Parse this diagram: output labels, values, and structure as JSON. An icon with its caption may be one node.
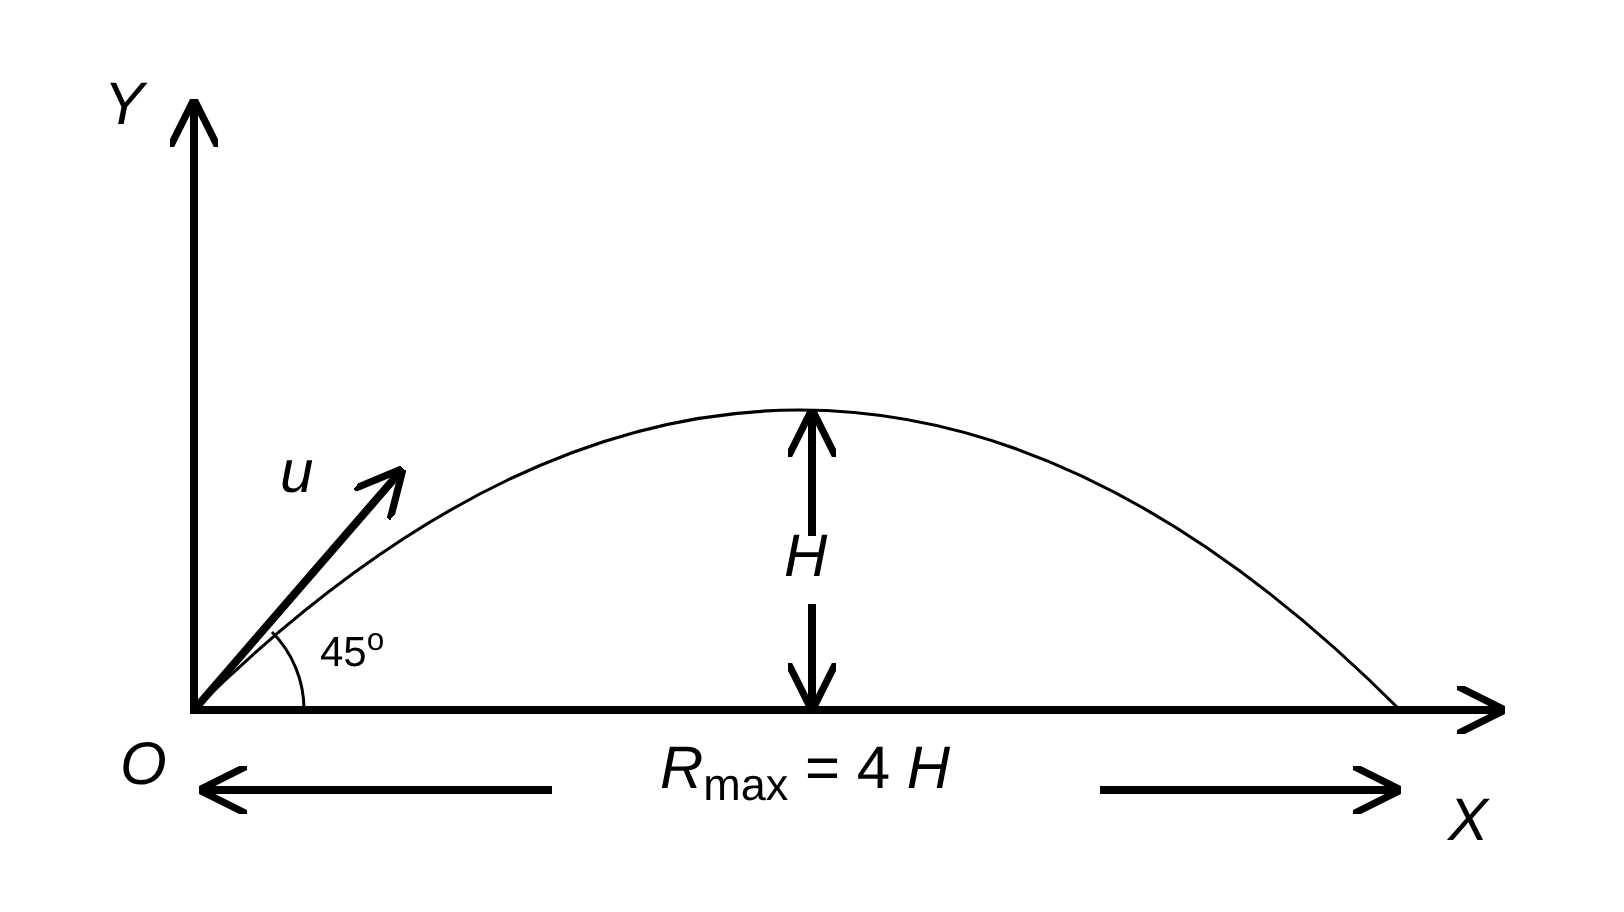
{
  "diagram": {
    "labels": [
      "Y",
      "u",
      "H",
      "45$^{o}$",
      "O",
      "*R*$_{max}$ = 4 *H*",
      "X"
    ]
  }
}
